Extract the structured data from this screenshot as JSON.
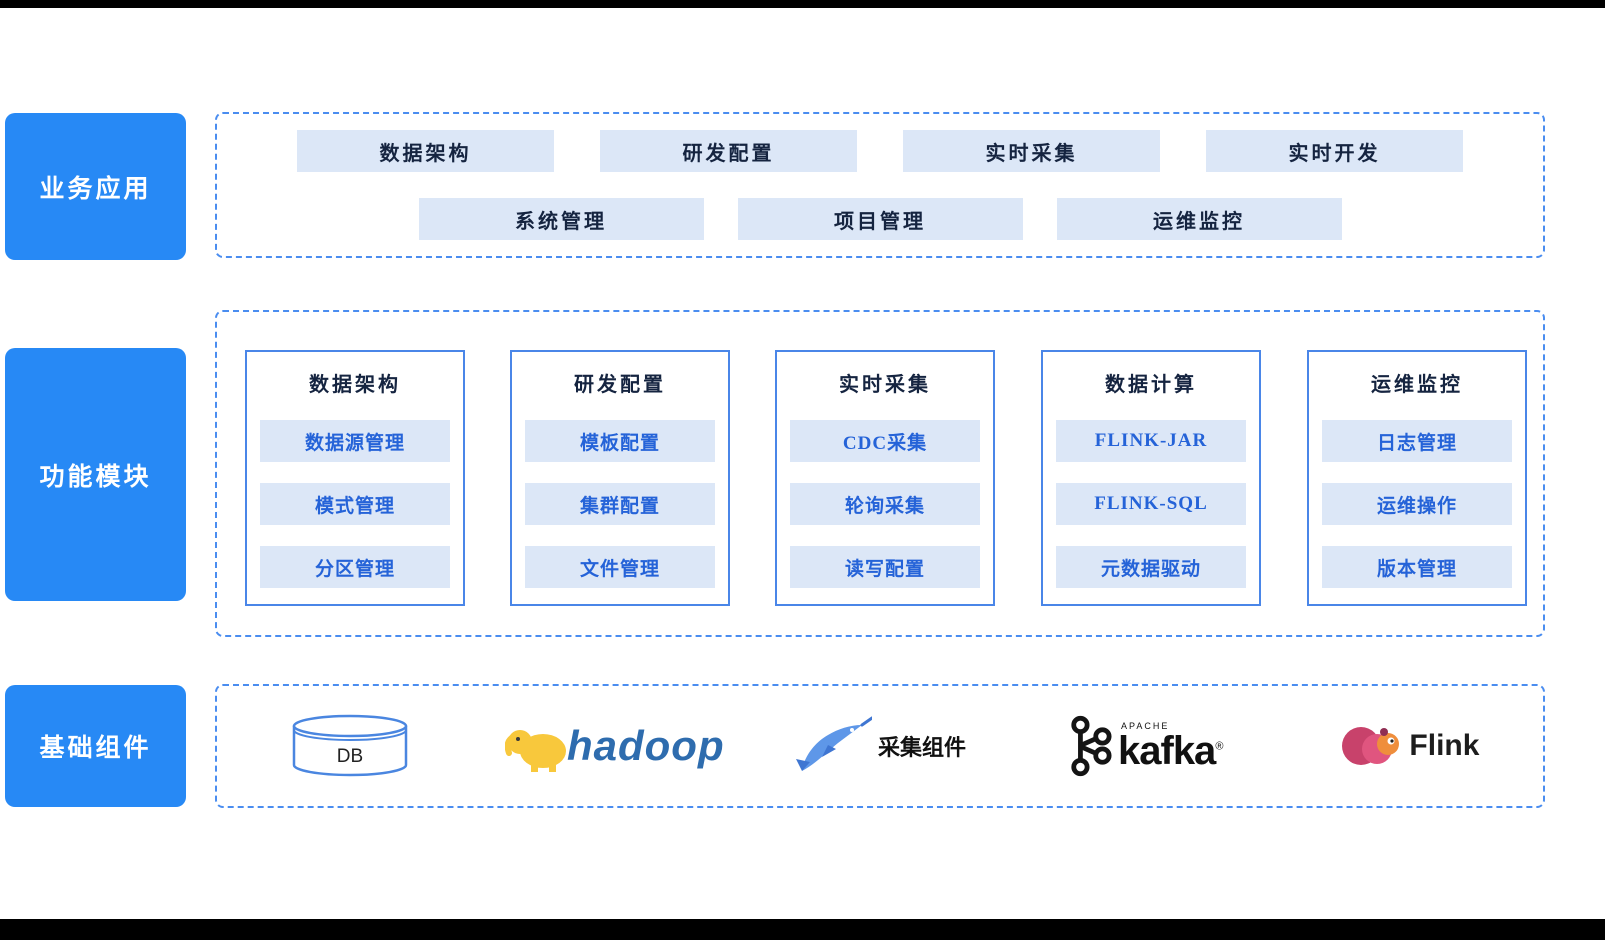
{
  "sidebar": {
    "business": "业务应用",
    "modules": "功能模块",
    "components": "基础组件"
  },
  "business_apps": {
    "row1": [
      "数据架构",
      "研发配置",
      "实时采集",
      "实时开发"
    ],
    "row2": [
      "系统管理",
      "项目管理",
      "运维监控"
    ]
  },
  "modules": {
    "columns": [
      {
        "title": "数据架构",
        "items": [
          "数据源管理",
          "模式管理",
          "分区管理"
        ]
      },
      {
        "title": "研发配置",
        "items": [
          "模板配置",
          "集群配置",
          "文件管理"
        ]
      },
      {
        "title": "实时采集",
        "items": [
          "CDC采集",
          "轮询采集",
          "读写配置"
        ]
      },
      {
        "title": "数据计算",
        "items": [
          "FLINK-JAR",
          "FLINK-SQL",
          "元数据驱动"
        ]
      },
      {
        "title": "运维监控",
        "items": [
          "日志管理",
          "运维操作",
          "版本管理"
        ]
      }
    ]
  },
  "components": {
    "items": [
      {
        "label": "DB",
        "icon": "database-cylinder-icon"
      },
      {
        "label": "hadoop",
        "icon": "hadoop-elephant-icon"
      },
      {
        "label": "采集组件",
        "icon": "collector-fish-icon"
      },
      {
        "label": "kafka",
        "sub": "APACHE",
        "mark": "®",
        "icon": "kafka-icon"
      },
      {
        "label": "Flink",
        "icon": "flink-squirrel-icon"
      }
    ]
  },
  "colors": {
    "sidebar_blue": "#2789F5",
    "dashed_border": "#4A8DF0",
    "pill_bg": "#DCE7F7",
    "pill_text": "#152440",
    "module_item_text": "#2563D8",
    "module_border": "#4A86E8"
  }
}
